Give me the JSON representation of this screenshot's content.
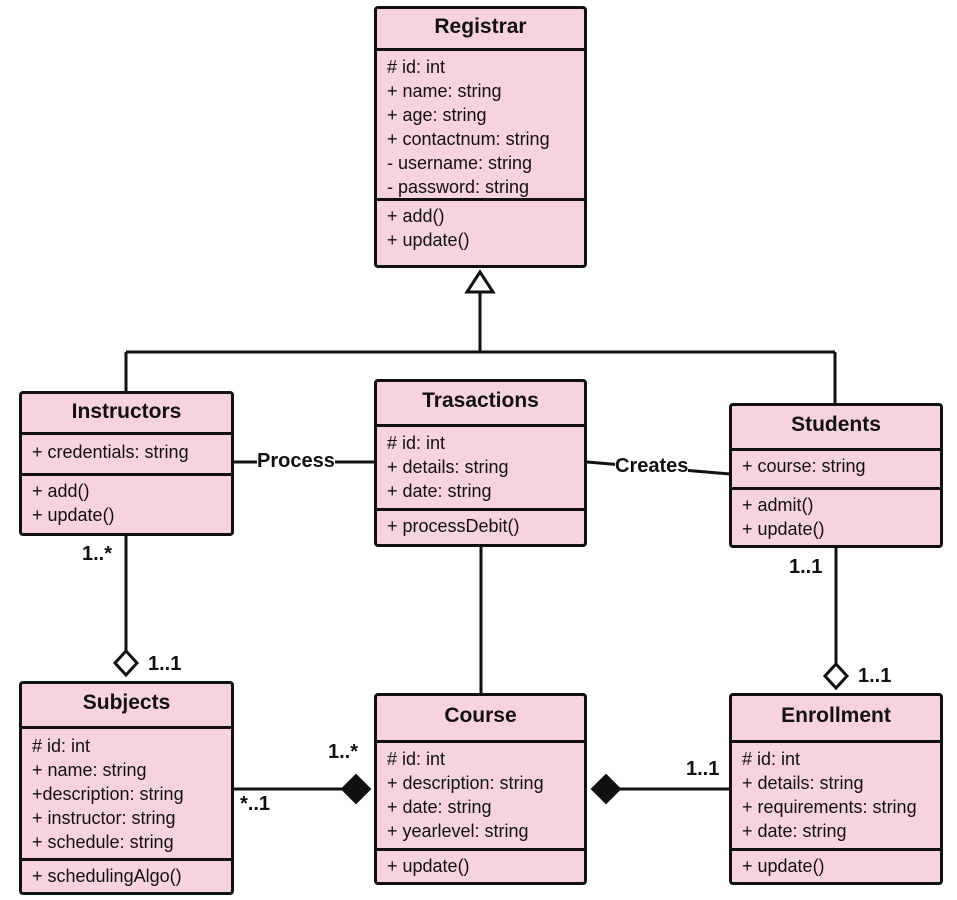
{
  "classes": {
    "registrar": {
      "name": "Registrar",
      "attributes": [
        "# id: int",
        "+ name: string",
        "+ age: string",
        "+ contactnum: string",
        "- username: string",
        "- password: string"
      ],
      "operations": [
        "+ add()",
        "+ update()"
      ]
    },
    "instructors": {
      "name": "Instructors",
      "attributes": [
        "+ credentials: string"
      ],
      "operations": [
        "+ add()",
        "+ update()"
      ]
    },
    "trasactions": {
      "name": "Trasactions",
      "attributes": [
        "# id: int",
        "+ details: string",
        "+ date: string"
      ],
      "operations": [
        "+ processDebit()"
      ]
    },
    "students": {
      "name": "Students",
      "attributes": [
        "+ course: string"
      ],
      "operations": [
        "+ admit()",
        "+ update()"
      ]
    },
    "subjects": {
      "name": "Subjects",
      "attributes": [
        "# id: int",
        "+ name: string",
        "+description: string",
        "+ instructor: string",
        "+ schedule: string"
      ],
      "operations": [
        "+ schedulingAlgo()"
      ]
    },
    "course": {
      "name": "Course",
      "attributes": [
        "# id: int",
        "+ description: string",
        "+ date: string",
        "+ yearlevel: string"
      ],
      "operations": [
        "+ update()"
      ]
    },
    "enrollment": {
      "name": "Enrollment",
      "attributes": [
        "# id: int",
        "+ details: string",
        "+ requirements: string",
        "+ date: string"
      ],
      "operations": [
        "+ update()"
      ]
    }
  },
  "associations": {
    "process": "Process",
    "creates": "Creates"
  },
  "multiplicities": {
    "instructors_subjects_top": "1..*",
    "instructors_subjects_bottom": "1..1",
    "students_enrollment_top": "1..1",
    "students_enrollment_bottom": "1..1",
    "subjects_course_left": "*..1",
    "subjects_course_right": "1..*",
    "course_enrollment": "1..1"
  }
}
